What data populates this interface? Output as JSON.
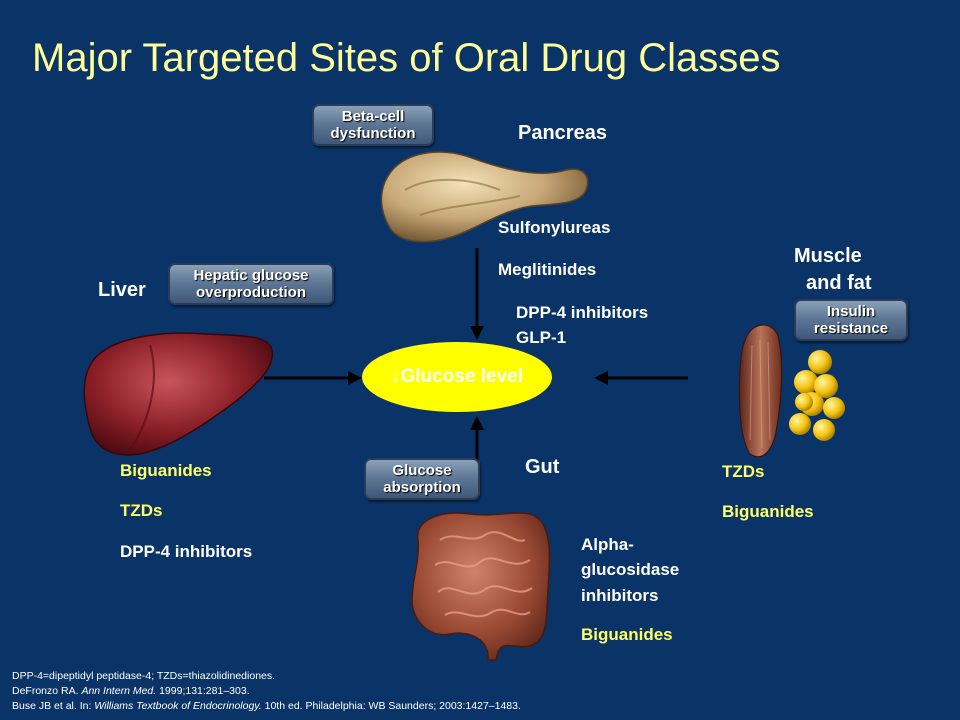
{
  "title": "Major Targeted Sites of Oral Drug Classes",
  "center": {
    "label": "↓Glucose level"
  },
  "pancreas": {
    "label": "Pancreas",
    "badge": [
      "Beta-cell",
      "dysfunction"
    ],
    "drugs": [
      "Sulfonylureas",
      "Meglitinides",
      "DPP-4 inhibitors",
      "GLP-1"
    ]
  },
  "liver": {
    "label": "Liver",
    "badge": [
      "Hepatic glucose",
      "overproduction"
    ],
    "drugs": [
      "Biguanides",
      "TZDs",
      "DPP-4 inhibitors"
    ]
  },
  "muscle": {
    "label": [
      "Muscle",
      "and fat"
    ],
    "badge": [
      "Insulin",
      "resistance"
    ],
    "drugs": [
      "TZDs",
      "Biguanides"
    ]
  },
  "gut": {
    "label": "Gut",
    "badge": [
      "Glucose",
      "absorption"
    ],
    "drugs": [
      "Alpha-",
      "glucosidase",
      "inhibitors",
      "Biguanides"
    ]
  },
  "footnotes": {
    "line1": "DPP-4=dipeptidyl peptidase-4; TZDs=thiazolidinediones.",
    "line2_pre": "DeFronzo RA. ",
    "line2_journal": "Ann Intern Med.",
    "line2_post": " 1999;131:281–303.",
    "line3_pre": "Buse JB et al. In: ",
    "line3_book": "Williams Textbook of Endocrinology.",
    "line3_post": " 10th ed. Philadelphia: WB Saunders; 2003:1427–1483."
  },
  "colors": {
    "background": "#0a3468",
    "title": "#ffff99",
    "center_ellipse": "#ffff00",
    "yellow_text": "#ffff66"
  }
}
